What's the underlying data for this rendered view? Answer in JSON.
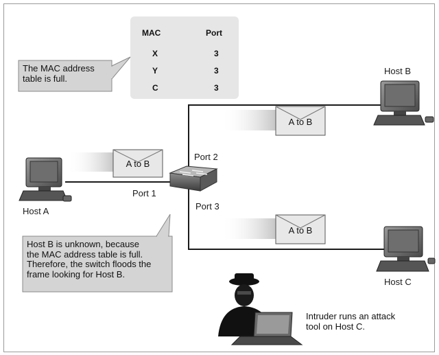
{
  "mac_table": {
    "headers": {
      "mac": "MAC",
      "port": "Port"
    },
    "rows": [
      {
        "mac": "X",
        "port": "3"
      },
      {
        "mac": "Y",
        "port": "3"
      },
      {
        "mac": "C",
        "port": "3"
      }
    ]
  },
  "callouts": {
    "table_full": "The MAC address\ntable is full.",
    "flood": "Host B is unknown, because\nthe MAC address table is full.\nTherefore, the switch floods the\nframe looking for Host B."
  },
  "hosts": {
    "a": "Host A",
    "b": "Host B",
    "c": "Host C"
  },
  "ports": {
    "p1": "Port 1",
    "p2": "Port 2",
    "p3": "Port 3"
  },
  "frames": {
    "a_to_host_a": "A to B",
    "a_to_host_b": "A to B",
    "a_to_host_c": "A to B"
  },
  "intruder": {
    "caption": "Intruder runs an attack\ntool on Host C."
  },
  "colors": {
    "callout_fill": "#d4d4d4",
    "table_fill": "#e6e6e6",
    "link": "#1a1a1a",
    "envelope": "#e8e8e8"
  }
}
